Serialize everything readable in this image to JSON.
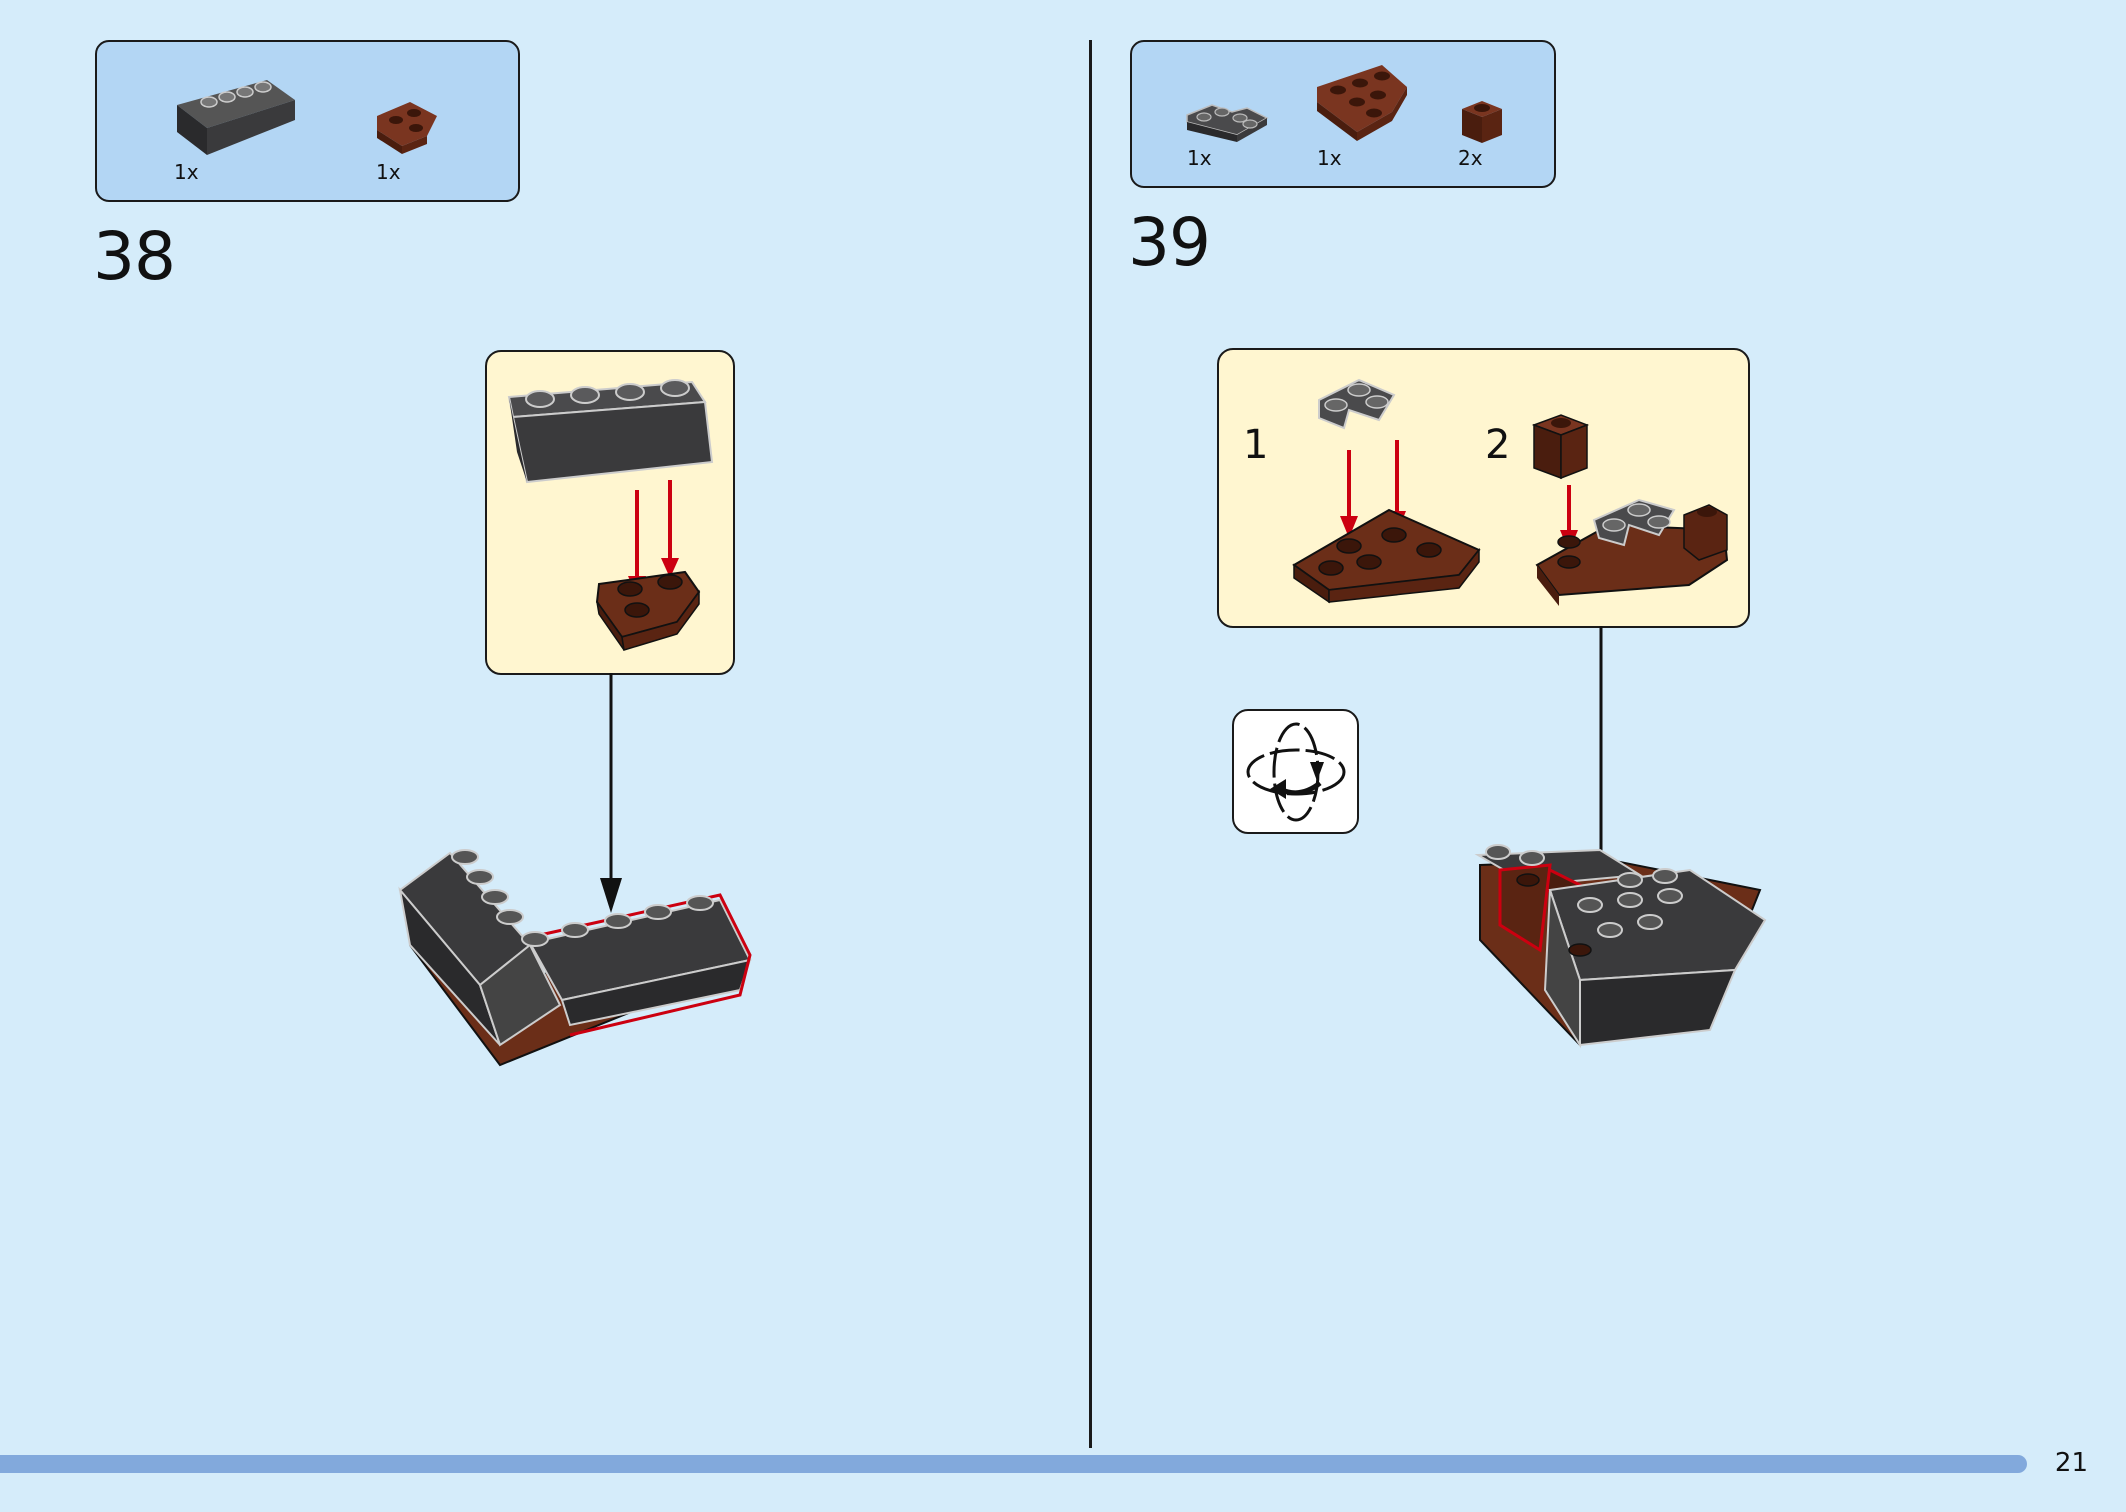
{
  "step38": {
    "number": "38",
    "parts": [
      {
        "qty": "1x",
        "icon": "dark-gray-slope-brick-icon"
      },
      {
        "qty": "1x",
        "icon": "brown-wedge-plate-icon"
      }
    ]
  },
  "step39": {
    "number": "39",
    "parts": [
      {
        "qty": "1x",
        "icon": "dark-gray-corner-plate-icon"
      },
      {
        "qty": "1x",
        "icon": "brown-wedge-plate-large-icon"
      },
      {
        "qty": "2x",
        "icon": "brown-brick-1x1-icon"
      }
    ],
    "sub_steps": [
      "1",
      "2"
    ],
    "rotate_icon": "rotate-model-icon"
  },
  "page_number": "21",
  "colors": {
    "page_background": "#d5ecfa",
    "parts_box": "#b3d6f4",
    "callout": "#fff6d0",
    "dark_gray_brick": "#3a3a3c",
    "brown_brick": "#6b2e18",
    "arrow_red": "#cc0010",
    "progress_bar": "#82a9dc"
  }
}
